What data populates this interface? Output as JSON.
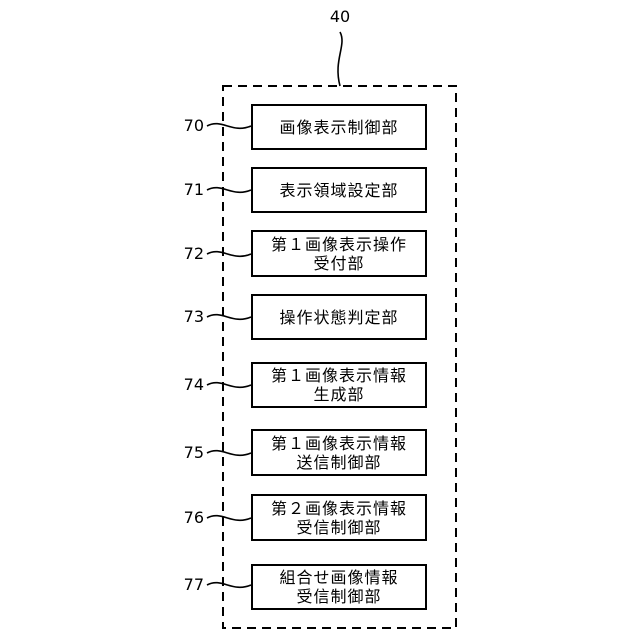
{
  "container": {
    "ref": "40"
  },
  "blocks": [
    {
      "ref": "70",
      "lines": [
        "画像表示制御部"
      ]
    },
    {
      "ref": "71",
      "lines": [
        "表示領域設定部"
      ]
    },
    {
      "ref": "72",
      "lines": [
        "第１画像表示操作",
        "受付部"
      ]
    },
    {
      "ref": "73",
      "lines": [
        "操作状態判定部"
      ]
    },
    {
      "ref": "74",
      "lines": [
        "第１画像表示情報",
        "生成部"
      ]
    },
    {
      "ref": "75",
      "lines": [
        "第１画像表示情報",
        "送信制御部"
      ]
    },
    {
      "ref": "76",
      "lines": [
        "第２画像表示情報",
        "受信制御部"
      ]
    },
    {
      "ref": "77",
      "lines": [
        "組合せ画像情報",
        "受信制御部"
      ]
    }
  ]
}
